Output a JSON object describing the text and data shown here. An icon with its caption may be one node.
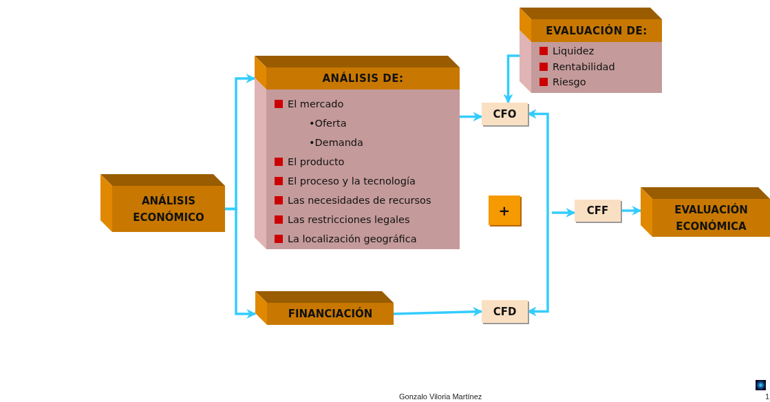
{
  "diagram": {
    "nodes": [
      {
        "text": [
          "ANÁLISIS ECONÓMICO"
        ]
      },
      {
        "text": [
          "ANÁLISIS DE:",
          "El mercado",
          "•Oferta",
          "•Demanda",
          "El producto",
          "El proceso y la tecnología",
          "Las necesidades de recursos",
          "Las restricciones legales",
          "La localización geográfica"
        ]
      },
      {
        "text": [
          "CFO"
        ]
      },
      {
        "text": [
          "EVALUACIÓN DE:",
          "Liquidez",
          "Rentabilidad",
          "Riesgo"
        ]
      },
      {
        "text": [
          "+"
        ]
      },
      {
        "text": [
          "CFF"
        ]
      },
      {
        "text": [
          "EVALUACIÓN ECONÓMICA"
        ]
      },
      {
        "text": [
          "FINANCIACIÓN"
        ]
      },
      {
        "text": [
          "CFD"
        ]
      }
    ],
    "edges": [
      {
        "from": 0,
        "to": 1,
        "arrow": "to"
      },
      {
        "from": 0,
        "to": 7,
        "arrow": "to"
      },
      {
        "from": 1,
        "to": 2,
        "arrow": "to"
      },
      {
        "from": 3,
        "to": 2,
        "arrow": "to"
      },
      {
        "from": 2,
        "to": 8,
        "arrow": "both"
      },
      {
        "from": null,
        "to": 5,
        "arrow": "to"
      },
      {
        "from": 5,
        "to": 6,
        "arrow": "to"
      },
      {
        "from": 7,
        "to": 8,
        "arrow": "to"
      }
    ],
    "labels": [
      "Gonzalo Viloria Martínez",
      "1"
    ]
  }
}
